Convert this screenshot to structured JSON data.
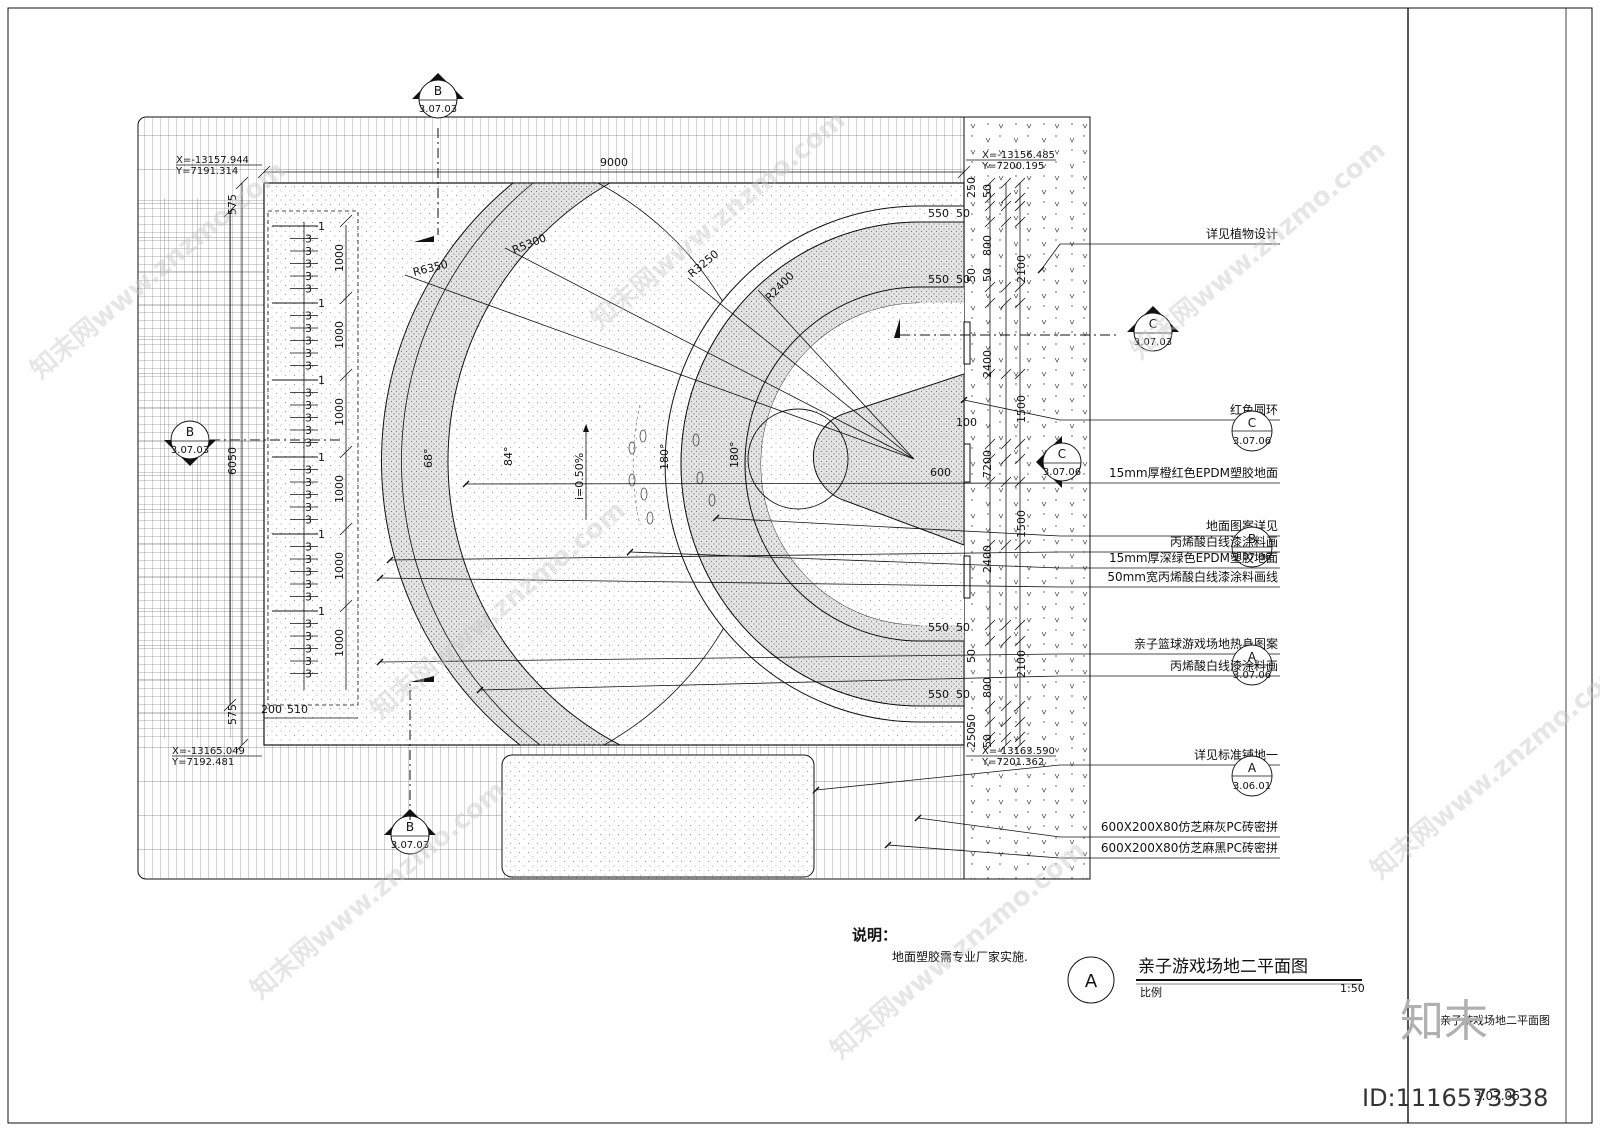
{
  "title": {
    "letter": "A",
    "name": "亲子游戏场地二平面图",
    "scale_label": "比例",
    "scale_value": "1:50"
  },
  "notes": {
    "heading": "说明：",
    "text": "地面塑胶需专业厂家实施."
  },
  "title_block": {
    "sheet_name": "亲子游戏场地二平面图",
    "sheet_no": "3.07.06"
  },
  "brand": {
    "logo_text": "知末",
    "id_text": "ID:1116573338",
    "watermark": "知末网www.znzmo.com"
  },
  "coordinates": {
    "top_left": [
      "X=-13157.944",
      "Y=7191.314"
    ],
    "top_right": [
      "X=-13156.485",
      "Y=7200.195"
    ],
    "bottom_left": [
      "X=-13165.049",
      "Y=7192.481"
    ],
    "bottom_right": [
      "X=-13163.590",
      "Y=7201.362"
    ]
  },
  "section_marks": {
    "top": {
      "letter": "B",
      "sheet": "3.07.03"
    },
    "left": {
      "letter": "B",
      "sheet": "3.07.03"
    },
    "bottom": {
      "letter": "B",
      "sheet": "3.07.03"
    },
    "right": {
      "letter": "C",
      "sheet": "3.07.03"
    },
    "right_inner": {
      "letter": "C",
      "sheet": "3.07.06"
    }
  },
  "dimensions": {
    "overall_width": "9000",
    "overall_height": "6050",
    "top_margin": "575",
    "bottom_margin": "575",
    "strip_offset": "200",
    "strip_width": "510",
    "stair_seg": "1000",
    "stair_num_a": "1",
    "stair_num_b": "3",
    "radius_1": "R6350",
    "radius_2": "R5300",
    "radius_3": "R3250",
    "radius_4": "R2400",
    "angle_1": "68°",
    "angle_2": "84°",
    "angle_3": "180°",
    "angle_4": "180°",
    "slope": "i=0.50%",
    "key_width": "600",
    "key_gap": "100",
    "right_dims": [
      "250",
      "50",
      "550",
      "50",
      "800",
      "50",
      "50",
      "550",
      "50",
      "2100",
      "2400",
      "1500",
      "7200",
      "1500",
      "2400",
      "2100",
      "550",
      "50",
      "50",
      "800",
      "50",
      "550",
      "50",
      "250",
      "50"
    ]
  },
  "callouts": [
    {
      "text": "详见植物设计"
    },
    {
      "text": "红色圆环",
      "letter": "C",
      "sheet": "3.07.06"
    },
    {
      "text": "15mm厚橙红色EPDM塑胶地面"
    },
    {
      "text": "地面图案详见",
      "letter": "B",
      "sheet": "3.07.06"
    },
    {
      "text": "丙烯酸白线漆涂料画"
    },
    {
      "text": "15mm厚深绿色EPDM塑胶地面"
    },
    {
      "text": "50mm宽丙烯酸白线漆涂料画线"
    },
    {
      "text": "亲子篮球游戏场地热身图案",
      "letter": "A",
      "sheet": "3.07.06"
    },
    {
      "text": "丙烯酸白线漆涂料画"
    },
    {
      "text": "详见标准铺地一",
      "letter": "A",
      "sheet": "3.06.01"
    },
    {
      "text": "600X200X80仿芝麻灰PC砖密拼"
    },
    {
      "text": "600X200X80仿芝麻黑PC砖密拼"
    }
  ],
  "colors": {
    "line": "#111111",
    "pattern_gray": "#d9d9d9",
    "stipple": "#8a8a8a"
  }
}
